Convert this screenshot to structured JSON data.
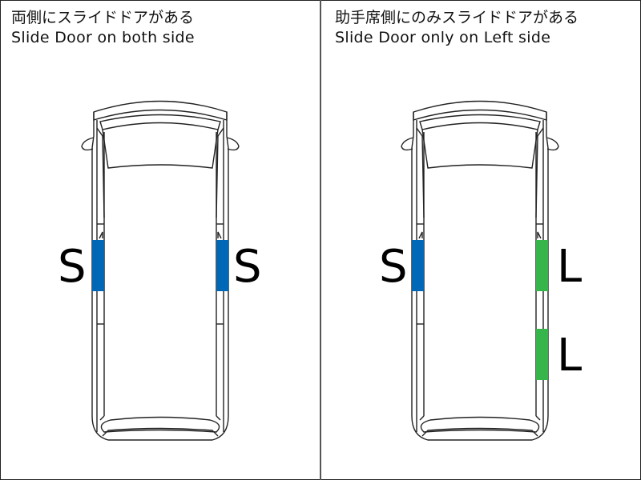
{
  "panels": [
    {
      "title_jp": "両側にスライドドアがある",
      "title_en": "Slide Door on both side",
      "doors": [
        {
          "side": "left",
          "label": "S",
          "color": "#0068b7"
        },
        {
          "side": "right",
          "label": "S",
          "color": "#0068b7"
        }
      ]
    },
    {
      "title_jp": "助手席側にのみスライドドアがある",
      "title_en": "Slide Door only on Left side",
      "doors": [
        {
          "side": "left",
          "label": "S",
          "color": "#0068b7"
        },
        {
          "side": "right-front",
          "label": "L",
          "color": "#35b54a"
        },
        {
          "side": "right-rear",
          "label": "L",
          "color": "#35b54a"
        }
      ]
    }
  ],
  "colors": {
    "slide": "#0068b7",
    "lift": "#35b54a"
  }
}
